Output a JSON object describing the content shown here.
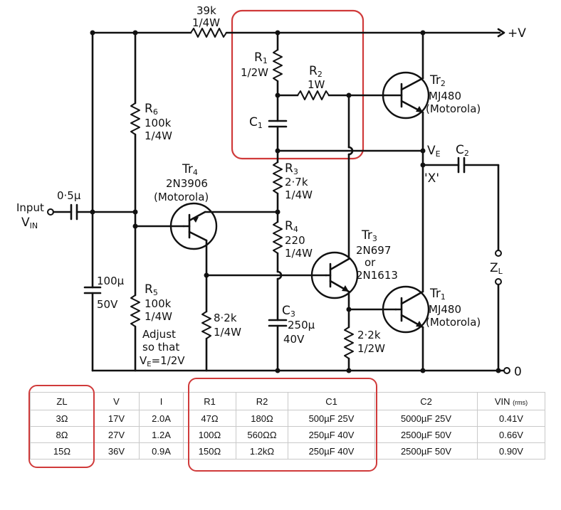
{
  "schematic": {
    "supply_pos": "+V",
    "ground": "0",
    "input_label": "Input",
    "input_v": "V",
    "input_v_sub": "IN",
    "cin_value": "0·5µ",
    "rtop_value": "39k",
    "rtop_power": "1/4W",
    "r1_name": "R",
    "r1_sub": "1",
    "r1_power": "1/2W",
    "r2_name": "R",
    "r2_sub": "2",
    "r2_power": "1W",
    "c1_name": "C",
    "c1_sub": "1",
    "tr2_name": "Tr",
    "tr2_sub": "2",
    "tr2_part": "MJ480",
    "tr2_maker": "(Motorola)",
    "ve_name": "V",
    "ve_sub": "E",
    "c2_name": "C",
    "c2_sub": "2",
    "node_x": "'X'",
    "zl_name": "Z",
    "zl_sub": "L",
    "r6_name": "R",
    "r6_sub": "6",
    "r6_value": "100k",
    "r6_power": "1/4W",
    "tr4_name": "Tr",
    "tr4_sub": "4",
    "tr4_part": "2N3906",
    "tr4_maker": "(Motorola)",
    "r3_name": "R",
    "r3_sub": "3",
    "r3_value": "2·7k",
    "r3_power": "1/4W",
    "r4_name": "R",
    "r4_sub": "4",
    "r4_value": "220",
    "r4_power": "1/4W",
    "tr3_name": "Tr",
    "tr3_sub": "3",
    "tr3_part_a": "2N697",
    "tr3_or": "or",
    "tr3_part_b": "2N1613",
    "tr1_name": "Tr",
    "tr1_sub": "1",
    "tr1_part": "MJ480",
    "tr1_maker": "(Motorola)",
    "cbyp_value": "100µ",
    "cbyp_voltage": "50V",
    "r5_name": "R",
    "r5_sub": "5",
    "r5_value": "100k",
    "r5_power": "1/4W",
    "adjust_1": "Adjust",
    "adjust_2": "so that",
    "adjust_3_v": "V",
    "adjust_3_sub": "E",
    "adjust_3_rest": "=1/2V",
    "r82_value": "8·2k",
    "r82_power": "1/4W",
    "c3_name": "C",
    "c3_sub": "3",
    "c3_value": "250µ",
    "c3_voltage": "40V",
    "r22_value": "2·2k",
    "r22_power": "1/2W"
  },
  "table": {
    "headers": {
      "zl": "ZL",
      "v": "V",
      "i": "I",
      "r1": "R1",
      "r2": "R2",
      "c1": "C1",
      "c2": "C2",
      "vin": "VIN",
      "vin_note": "(rms)"
    },
    "rows": [
      {
        "zl": "3Ω",
        "v": "17V",
        "i": "2.0A",
        "r1": "47Ω",
        "r2": "180Ω",
        "c1": "500µF  25V",
        "c2": "5000µF  25V",
        "vin": "0.41V"
      },
      {
        "zl": "8Ω",
        "v": "27V",
        "i": "1.2A",
        "r1": "100Ω",
        "r2": "560ΩΩ",
        "c1": "250µF  40V",
        "c2": "2500µF  50V",
        "vin": "0.66V"
      },
      {
        "zl": "15Ω",
        "v": "36V",
        "i": "0.9A",
        "r1": "150Ω",
        "r2": "1.2kΩ",
        "c1": "250µF  40V",
        "c2": "2500µF  50V",
        "vin": "0.90V"
      }
    ]
  }
}
